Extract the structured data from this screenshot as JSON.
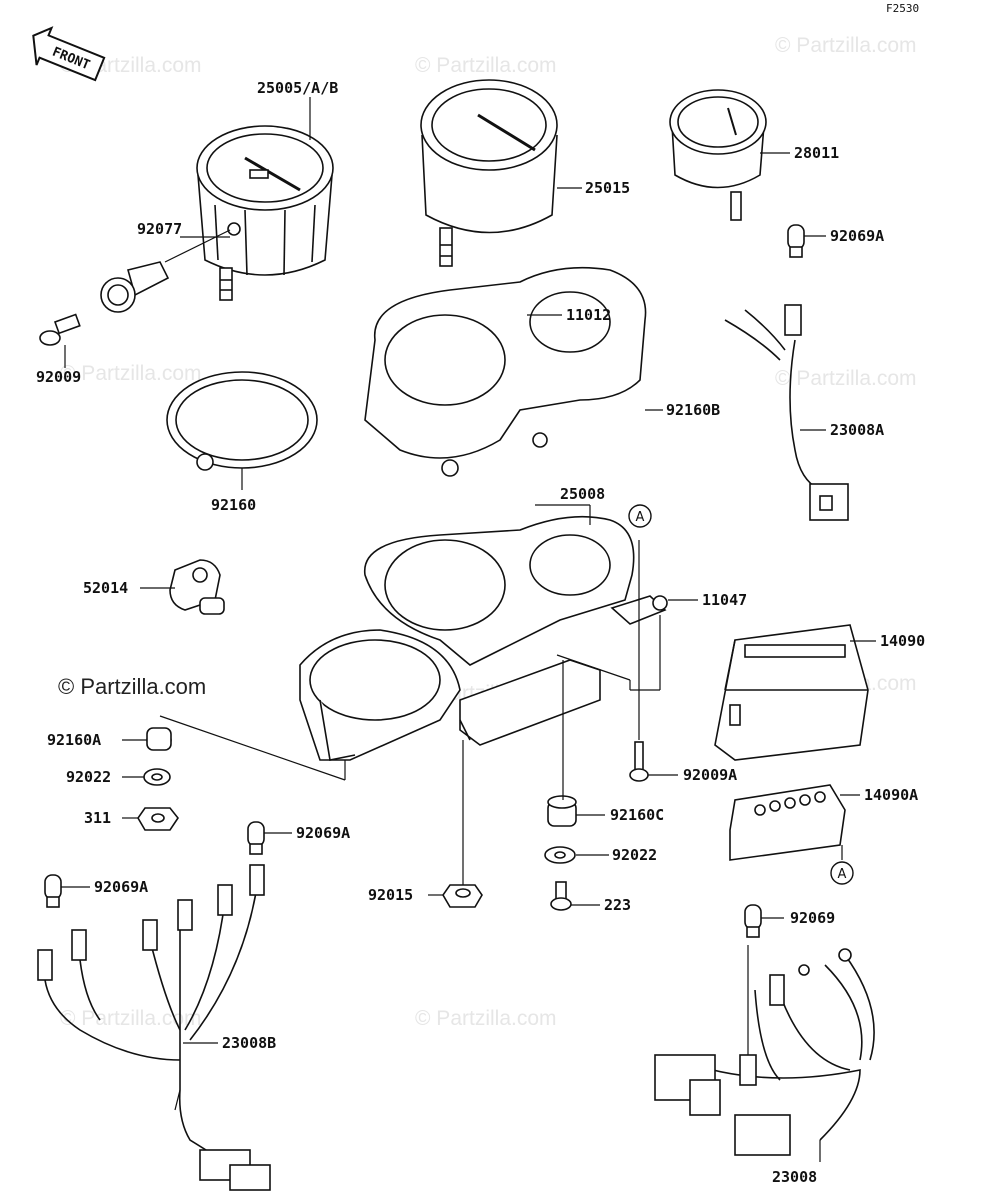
{
  "figure_code": "F2530",
  "front_label": "FRONT",
  "watermark_text": "© Partzilla.com",
  "copyright_text": "© Partzilla.com",
  "ref_marker": "A",
  "colors": {
    "line": "#111111",
    "watermark": "#e6e6e6",
    "background": "#ffffff"
  },
  "parts": {
    "p25005": "25005/A/B",
    "p25015": "25015",
    "p28011": "28011",
    "p92077": "92077",
    "p92069A_top": "92069A",
    "p92009": "92009",
    "p11012": "11012",
    "p92160B": "92160B",
    "p23008A": "23008A",
    "p92160": "92160",
    "p25008": "25008",
    "p52014": "52014",
    "p11047": "11047",
    "p14090": "14090",
    "p92160A": "92160A",
    "p92022_left": "92022",
    "p311": "311",
    "p92069A_mid": "92069A",
    "p92009A": "92009A",
    "p14090A": "14090A",
    "p92160C": "92160C",
    "p92069A_left": "92069A",
    "p92022_right": "92022",
    "p92015": "92015",
    "p223": "223",
    "p92069": "92069",
    "p23008B": "23008B",
    "p23008": "23008"
  }
}
